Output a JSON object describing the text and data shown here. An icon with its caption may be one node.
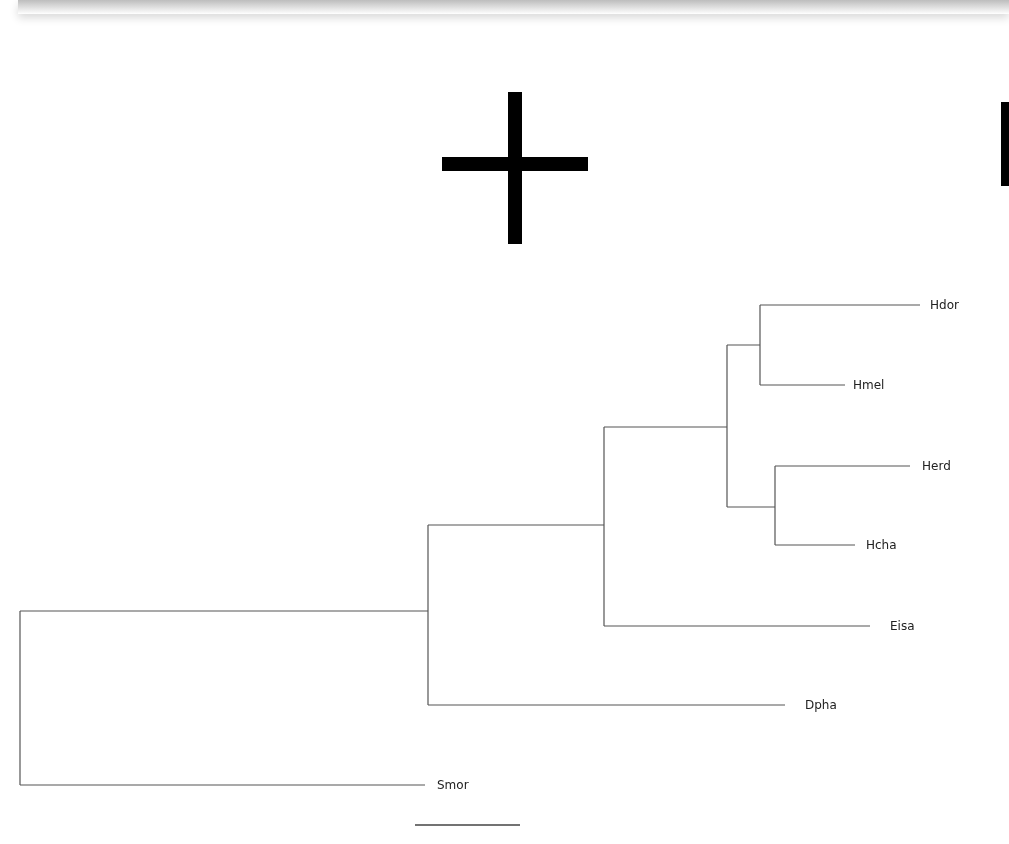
{
  "diagram": {
    "labels": [
      "Hdor",
      "Hmel",
      "Herd",
      "Hcha",
      "Eisa",
      "Dpha",
      "Smor"
    ]
  }
}
